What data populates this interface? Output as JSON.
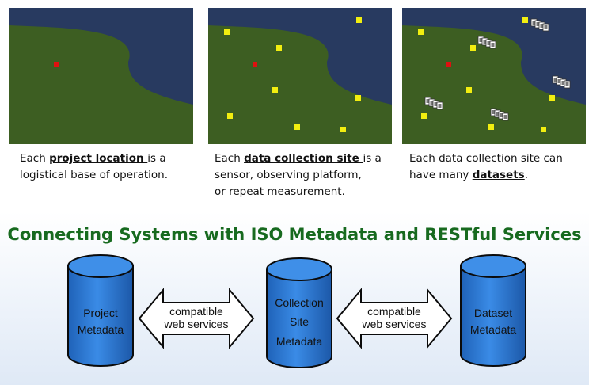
{
  "panels": [
    {
      "caption": {
        "pre": "Each ",
        "highlight": "project location ",
        "line1_end": "is a",
        "line2": "logistical base of operation.",
        "line3": ""
      }
    },
    {
      "caption": {
        "pre": "Each ",
        "highlight": "data collection site ",
        "line1_end": "is a",
        "line2": "sensor, observing platform,",
        "line3": "or repeat measurement."
      }
    },
    {
      "caption": {
        "pre": "Each data collection site can",
        "line2_pre": "have many ",
        "line2_highlight": "datasets",
        "line2_end": "."
      }
    }
  ],
  "headline": "Connecting Systems with ISO Metadata and RESTful Services",
  "cylinders": [
    {
      "line1": "Project",
      "line2": "Metadata",
      "line3": ""
    },
    {
      "line1": "Collection",
      "line2": "Site",
      "line3": "Metadata"
    },
    {
      "line1": "Dataset",
      "line2": "Metadata",
      "line3": ""
    }
  ],
  "arrows": [
    {
      "line1": "compatible",
      "line2": "web services"
    },
    {
      "line1": "compatible",
      "line2": "web services"
    }
  ],
  "colors": {
    "water": "#283a60",
    "land": "#3d5e22",
    "project_marker": "#e01010",
    "site_marker": "#f2ee10",
    "headline": "#176a1f",
    "cylinder_fill": "#2b78d2"
  }
}
